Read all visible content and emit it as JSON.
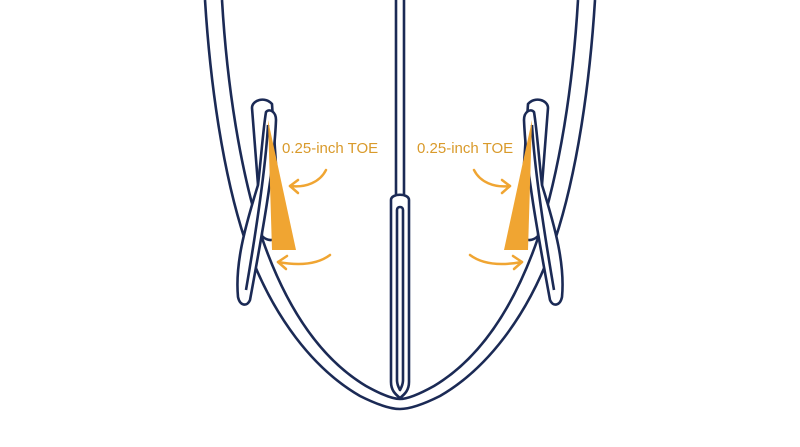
{
  "colors": {
    "outline": "#1b2a55",
    "accent": "#f0a532",
    "accent_text": "#d99a2b",
    "background": "#ffffff"
  },
  "annotations": {
    "left_toe_label": "0.25-inch TOE",
    "right_toe_label": "0.25-inch TOE"
  },
  "toe_inches": 0.25
}
